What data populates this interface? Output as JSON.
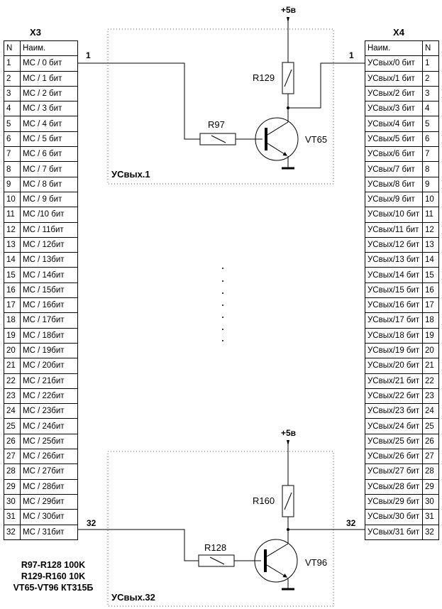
{
  "left_connector": {
    "title": "X3",
    "header": {
      "n": "N",
      "name": "Наим."
    },
    "rows": [
      {
        "n": "1",
        "name": "МС / 0 бит"
      },
      {
        "n": "2",
        "name": "МС / 1 бит"
      },
      {
        "n": "3",
        "name": "МС / 2 бит"
      },
      {
        "n": "4",
        "name": "МС / 3 бит"
      },
      {
        "n": "5",
        "name": "МС / 4 бит"
      },
      {
        "n": "6",
        "name": "МС / 5 бит"
      },
      {
        "n": "7",
        "name": "МС / 6 бит"
      },
      {
        "n": "8",
        "name": "МС / 7 бит"
      },
      {
        "n": "9",
        "name": "МС / 8 бит"
      },
      {
        "n": "10",
        "name": "МС / 9 бит"
      },
      {
        "n": "11",
        "name": "МС /10 бит"
      },
      {
        "n": "12",
        "name": "МС / 11бит"
      },
      {
        "n": "13",
        "name": "МС / 12бит"
      },
      {
        "n": "14",
        "name": "МС / 13бит"
      },
      {
        "n": "15",
        "name": "МС / 14бит"
      },
      {
        "n": "16",
        "name": "МС / 15бит"
      },
      {
        "n": "17",
        "name": "МС / 16бит"
      },
      {
        "n": "18",
        "name": "МС / 17бит"
      },
      {
        "n": "19",
        "name": "МС / 18бит"
      },
      {
        "n": "20",
        "name": "МС / 19бит"
      },
      {
        "n": "21",
        "name": "МС / 20бит"
      },
      {
        "n": "22",
        "name": "МС / 21бит"
      },
      {
        "n": "23",
        "name": "МС / 22бит"
      },
      {
        "n": "24",
        "name": "МС / 23бит"
      },
      {
        "n": "25",
        "name": "МС / 24бит"
      },
      {
        "n": "26",
        "name": "МС / 25бит"
      },
      {
        "n": "27",
        "name": "МС / 26бит"
      },
      {
        "n": "28",
        "name": "МС / 27бит"
      },
      {
        "n": "29",
        "name": "МС / 28бит"
      },
      {
        "n": "30",
        "name": "МС / 29бит"
      },
      {
        "n": "31",
        "name": "МС / 30бит"
      },
      {
        "n": "32",
        "name": "МС / 31бит"
      }
    ]
  },
  "right_connector": {
    "title": "X4",
    "header": {
      "n": "N",
      "name": "Наим."
    },
    "rows": [
      {
        "n": "1",
        "name": "УСвых/0 бит"
      },
      {
        "n": "2",
        "name": "УСвых/1 бит"
      },
      {
        "n": "3",
        "name": "УСвых/2 бит"
      },
      {
        "n": "4",
        "name": "УСвых/3 бит"
      },
      {
        "n": "5",
        "name": "УСвых/4 бит"
      },
      {
        "n": "6",
        "name": "УСвых/5 бит"
      },
      {
        "n": "7",
        "name": "УСвых/6 бит"
      },
      {
        "n": "8",
        "name": "УСвых/7 бит"
      },
      {
        "n": "9",
        "name": "УСвых/8 бит"
      },
      {
        "n": "10",
        "name": "УСвых/9 бит"
      },
      {
        "n": "11",
        "name": "УСвых/10 бит"
      },
      {
        "n": "12",
        "name": "УСвых/11 бит"
      },
      {
        "n": "13",
        "name": "УСвых/12 бит"
      },
      {
        "n": "14",
        "name": "УСвых/13 бит"
      },
      {
        "n": "15",
        "name": "УСвых/14 бит"
      },
      {
        "n": "16",
        "name": "УСвых/15 бит"
      },
      {
        "n": "17",
        "name": "УСвых/16 бит"
      },
      {
        "n": "18",
        "name": "УСвых/17 бит"
      },
      {
        "n": "19",
        "name": "УСвых/18 бит"
      },
      {
        "n": "20",
        "name": "УСвых/19 бит"
      },
      {
        "n": "21",
        "name": "УСвых/20 бит"
      },
      {
        "n": "22",
        "name": "УСвых/21 бит"
      },
      {
        "n": "23",
        "name": "УСвых/22 бит"
      },
      {
        "n": "24",
        "name": "УСвых/23 бит"
      },
      {
        "n": "25",
        "name": "УСвых/24 бит"
      },
      {
        "n": "26",
        "name": "УСвых/25 бит"
      },
      {
        "n": "27",
        "name": "УСвых/26 бит"
      },
      {
        "n": "28",
        "name": "УСвых/27 бит"
      },
      {
        "n": "29",
        "name": "УСвых/28 бит"
      },
      {
        "n": "30",
        "name": "УСвых/29 бит"
      },
      {
        "n": "31",
        "name": "УСвых/30 бит"
      },
      {
        "n": "32",
        "name": "УСвых/31 бит"
      }
    ]
  },
  "stages": {
    "top": {
      "block_label": "УСвых.1",
      "supply": "+5в",
      "pin_in": "1",
      "pin_out": "1",
      "base_resistor": "R97",
      "pullup_resistor": "R129",
      "transistor": "VT65"
    },
    "bottom": {
      "block_label": "УСвых.32",
      "supply": "+5в",
      "pin_in": "32",
      "pin_out": "32",
      "base_resistor": "R128",
      "pullup_resistor": "R160",
      "transistor": "VT96"
    }
  },
  "continuation": ". . . . . . .",
  "legend": [
    "R97-R128 100K",
    "R129-R160 10K",
    "VT65-VT96 КТ315Б"
  ]
}
